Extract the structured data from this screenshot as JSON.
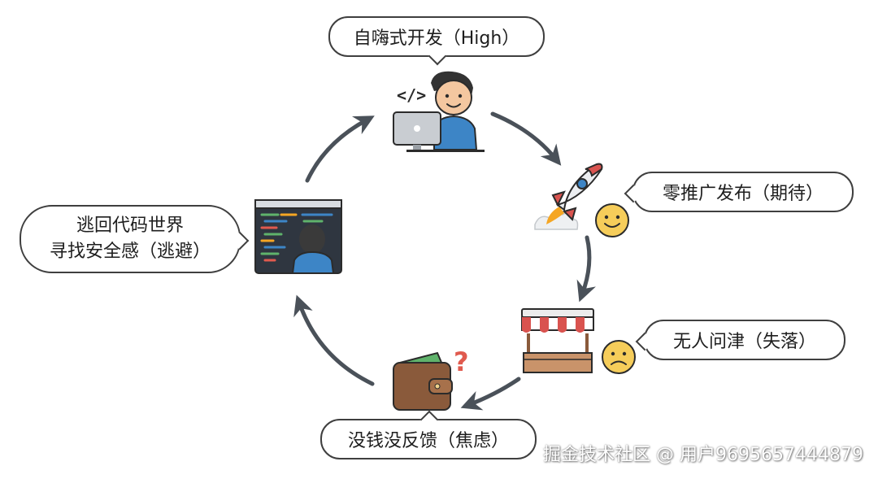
{
  "steps": {
    "develop": "自嗨式开发（High）",
    "launch": "零推广发布（期待）",
    "nobody": "无人问津（失落）",
    "anxiety": "没钱没反馈（焦虑）",
    "escape_line1": "逃回代码世界",
    "escape_line2": "寻找安全感（逃避）"
  },
  "icons": {
    "develop": "developer-laptop-icon",
    "launch": "rocket-icon",
    "launch_mood": "smiley-face-icon",
    "nobody": "market-stall-icon",
    "nobody_mood": "sad-face-icon",
    "anxiety": "empty-wallet-question-icon",
    "escape": "coder-at-monitor-icon"
  },
  "colors": {
    "arrow": "#4a5159",
    "shirt": "#3d85c6",
    "emoji": "#f6cd5a",
    "awning_red": "#d9534f",
    "wallet": "#8a5a3b",
    "question": "#e05a4e"
  },
  "watermark": "掘金技术社区 @ 用户9695657444879"
}
